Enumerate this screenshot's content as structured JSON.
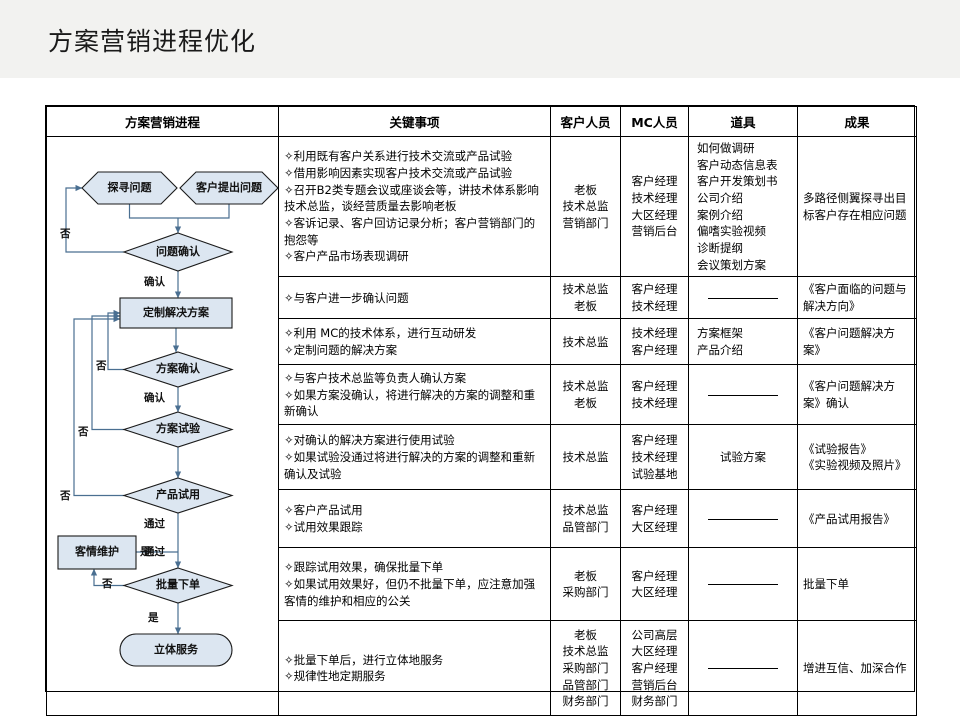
{
  "page_title": "方案营销进程优化",
  "theme": {
    "title_band_bg": "#f2f2f0",
    "shape_fill": "#dce6f1",
    "shape_stroke": "#1a1a1a",
    "connector": "#4a6f91",
    "table_border": "#000000"
  },
  "table": {
    "headers": [
      "方案营销进程",
      "关键事项",
      "客户人员",
      "MC人员",
      "道具",
      "成果"
    ],
    "rows": [
      {
        "items": [
          "利用既有客户关系进行技术交流或产品试验",
          "借用影响因素实现客户技术交流或产品试验",
          "召开B2类专题会议或座谈会等，讲技术体系影响技术总监，谈经营质量去影响老板",
          "客诉记录、客户回访记录分析；客户营销部门的抱怨等",
          "客户产品市场表现调研"
        ],
        "customer": [
          "老板",
          "技术总监",
          "营销部门"
        ],
        "mc": [
          "客户经理",
          "技术经理",
          "大区经理",
          "营销后台"
        ],
        "tools": [
          "如何做调研",
          "客户动态信息表",
          "客户开发策划书",
          "公司介绍",
          "案例介绍",
          "偏嗜实验视频",
          "诊断提纲",
          "会议策划方案"
        ],
        "tools_align": "left",
        "result": "多路径侧翼探寻出目标客户存在相应问题"
      },
      {
        "items": [
          "与客户进一步确认问题"
        ],
        "customer": [
          "技术总监",
          "老板"
        ],
        "mc": [
          "客户经理",
          "技术经理"
        ],
        "tools": [],
        "tools_align": "center",
        "result": "《客户面临的问题与解决方向》"
      },
      {
        "items": [
          "利用 MC的技术体系，进行互动研发",
          "定制问题的解决方案"
        ],
        "customer": [
          "技术总监"
        ],
        "mc": [
          "技术经理",
          "客户经理"
        ],
        "tools": [
          "方案框架",
          "产品介绍"
        ],
        "tools_align": "left",
        "result": "《客户问题解决方案》"
      },
      {
        "items": [
          "与客户技术总监等负责人确认方案",
          "如果方案没确认，将进行解决的方案的调整和重新确认"
        ],
        "customer": [
          "技术总监",
          "老板"
        ],
        "mc": [
          "客户经理",
          "技术经理"
        ],
        "tools": [],
        "tools_align": "center",
        "result": "《客户问题解决方案》确认"
      },
      {
        "items": [
          "对确认的解决方案进行使用试验",
          "如果试验没通过将进行解决的方案的调整和重新确认及试验"
        ],
        "customer": [
          "技术总监"
        ],
        "mc": [
          "客户经理",
          "技术经理",
          "试验基地"
        ],
        "tools": [
          "试验方案"
        ],
        "tools_align": "center",
        "result": "《试验报告》\n《实验视频及照片》"
      },
      {
        "items": [
          "客户产品试用",
          "试用效果跟踪"
        ],
        "customer": [
          "技术总监",
          "品管部门"
        ],
        "mc": [
          "客户经理",
          "大区经理"
        ],
        "tools": [],
        "tools_align": "center",
        "result": "《产品试用报告》"
      },
      {
        "items": [
          "跟踪试用效果，确保批量下单",
          "如果试用效果好，但仍不批量下单，应注意加强客情的维护和相应的公关"
        ],
        "customer": [
          "老板",
          "采购部门"
        ],
        "mc": [
          "客户经理",
          "大区经理"
        ],
        "tools": [],
        "tools_align": "center",
        "result": "批量下单"
      },
      {
        "items": [
          "批量下单后，进行立体地服务",
          "规律性地定期服务"
        ],
        "customer": [
          "老板",
          "技术总监",
          "采购部门",
          "品管部门",
          "财务部门"
        ],
        "mc": [
          "公司高层",
          "大区经理",
          "客户经理",
          "营销后台",
          "财务部门"
        ],
        "tools": [],
        "tools_align": "center",
        "result": "增进互信、加深合作"
      }
    ]
  },
  "flowchart": {
    "nodes": [
      {
        "id": "explore",
        "label": "探寻问题",
        "shape": "hexagon"
      },
      {
        "id": "raised",
        "label": "客户提出问题",
        "shape": "hexagon"
      },
      {
        "id": "confirm1",
        "label": "问题确认",
        "shape": "diamond"
      },
      {
        "id": "custom",
        "label": "定制解决方案",
        "shape": "rect"
      },
      {
        "id": "confirm2",
        "label": "方案确认",
        "shape": "diamond"
      },
      {
        "id": "trial",
        "label": "方案试验",
        "shape": "diamond"
      },
      {
        "id": "product",
        "label": "产品试用",
        "shape": "diamond"
      },
      {
        "id": "care",
        "label": "客情维护",
        "shape": "rect"
      },
      {
        "id": "bulk",
        "label": "批量下单",
        "shape": "diamond"
      },
      {
        "id": "service",
        "label": "立体服务",
        "shape": "rounded"
      }
    ],
    "edge_labels": [
      {
        "id": "no1",
        "text": "否"
      },
      {
        "id": "ok1",
        "text": "确认"
      },
      {
        "id": "no2",
        "text": "否"
      },
      {
        "id": "ok2",
        "text": "确认"
      },
      {
        "id": "no3",
        "text": "否"
      },
      {
        "id": "pass1",
        "text": "通过"
      },
      {
        "id": "no4",
        "text": "否"
      },
      {
        "id": "pass2",
        "text": "通过"
      },
      {
        "id": "yes1",
        "text": "是"
      },
      {
        "id": "no5",
        "text": "否"
      },
      {
        "id": "yes2",
        "text": "是"
      }
    ]
  }
}
